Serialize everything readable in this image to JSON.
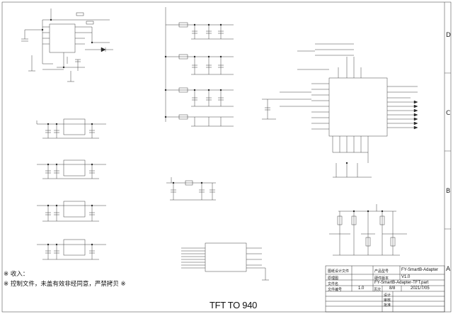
{
  "zone_letters": [
    "D",
    "C",
    "B",
    "A"
  ],
  "title_block": {
    "labels": {
      "file_code": "图纸设计文件",
      "drawing_no": "原理图",
      "doc_no": "文件编号",
      "page": "页次",
      "product_model": "产品型号",
      "hw_version": "硬件版本",
      "file_name_label": "文件名"
    },
    "values": {
      "product": "FY-SmartB-Adapter",
      "version": "V1.0",
      "file_name": "FY-SmartB-Adapter-TFT.part",
      "rev": "1.0",
      "page_of": "8/8",
      "date": "2021/7/05"
    },
    "row_labels": [
      "设计",
      "审核",
      "批准"
    ]
  },
  "notes": {
    "received": "※ 收入：",
    "confidential": "※ 控制文件，未盖有效非经同意，严禁拷贝 ※"
  },
  "section_label": "TFT TO 940"
}
